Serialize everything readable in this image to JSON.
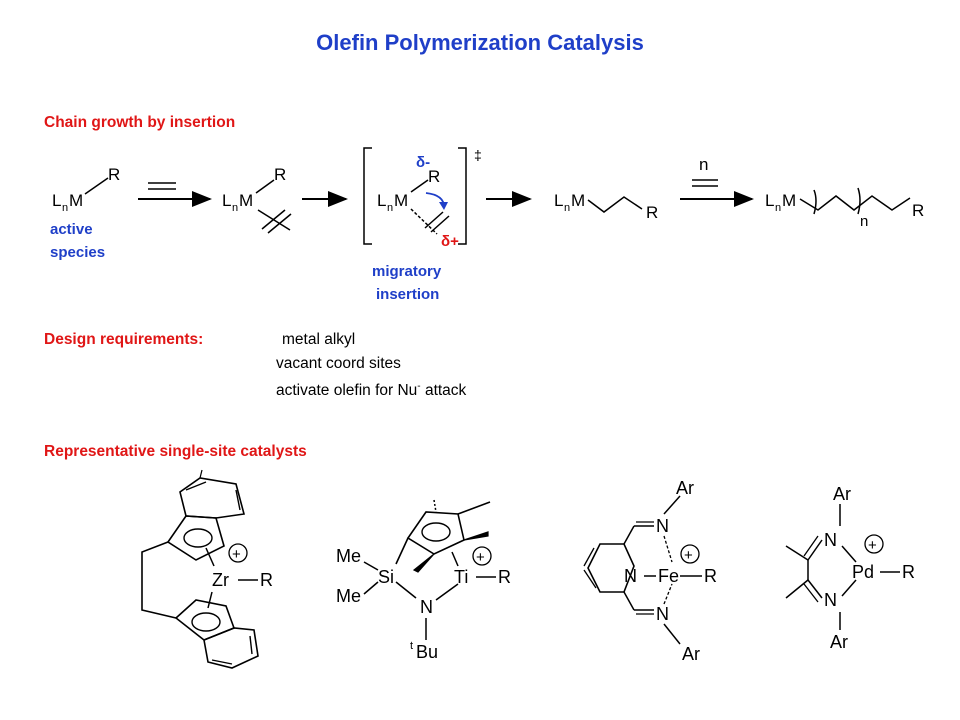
{
  "title": "Olefin Polymerization Catalysis",
  "colors": {
    "title": "#1f3fc8",
    "heading": "#e01616",
    "label_blue": "#1f3fc8",
    "charge_red": "#e01616",
    "text": "#000000"
  },
  "section1": {
    "heading": "Chain growth by insertion",
    "active_label": [
      "active",
      "species"
    ],
    "migratory_label": [
      "migratory",
      "insertion"
    ],
    "delta_minus": "δ-",
    "delta_plus": "δ+",
    "dagger": "‡",
    "monomer_count": "n",
    "repeat_subscript": "n",
    "ligand": "L",
    "ligand_subscript": "n",
    "metal": "M",
    "group": "R"
  },
  "section2": {
    "heading": "Design requirements:",
    "items": [
      "metal alkyl",
      "vacant coord sites",
      "activate olefin for Nu",
      "attack"
    ],
    "superscript": "-"
  },
  "section3": {
    "heading": "Representative single-site catalysts",
    "zr": {
      "metal": "Zr",
      "group": "R",
      "charge": "+"
    },
    "ti": {
      "metal": "Ti",
      "group": "R",
      "si": "Si",
      "me1": "Me",
      "me2": "Me",
      "n": "N",
      "tbu_prefix": "t",
      "tbu": "Bu",
      "charge": "+"
    },
    "fe": {
      "metal": "Fe",
      "group": "R",
      "n_top": "N",
      "n_mid": "N",
      "n_bot": "N",
      "ar_top": "Ar",
      "ar_bot": "Ar",
      "charge": "+"
    },
    "pd": {
      "metal": "Pd",
      "group": "R",
      "n_top": "N",
      "n_bot": "N",
      "ar_top": "Ar",
      "ar_bot": "Ar",
      "charge": "+"
    }
  }
}
